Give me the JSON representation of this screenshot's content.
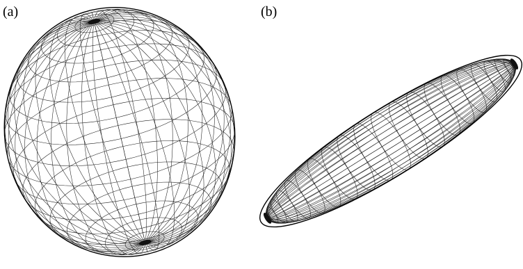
{
  "figure": {
    "panels": [
      {
        "label": "(a)",
        "shape": "prolate-ellipsoid-wireframe"
      },
      {
        "label": "(b)",
        "shape": "elongated-ellipsoid-wireframe"
      }
    ],
    "colors": {
      "background": "#ffffff",
      "mesh": "#1a1a1a"
    }
  }
}
